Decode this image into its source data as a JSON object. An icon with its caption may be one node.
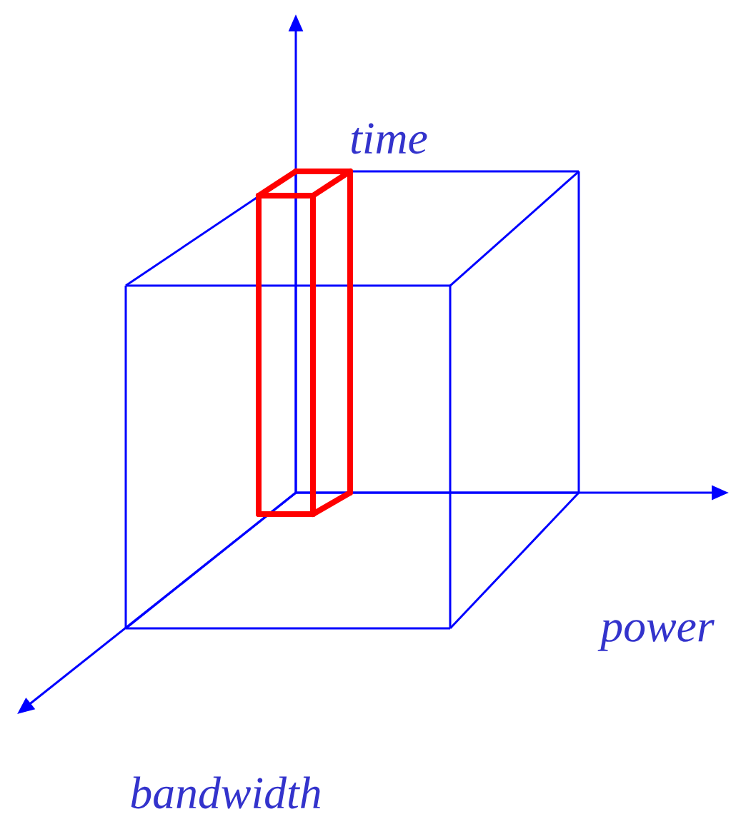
{
  "diagram": {
    "labels": [
      "time",
      "power",
      "bandwidth"
    ]
  }
}
